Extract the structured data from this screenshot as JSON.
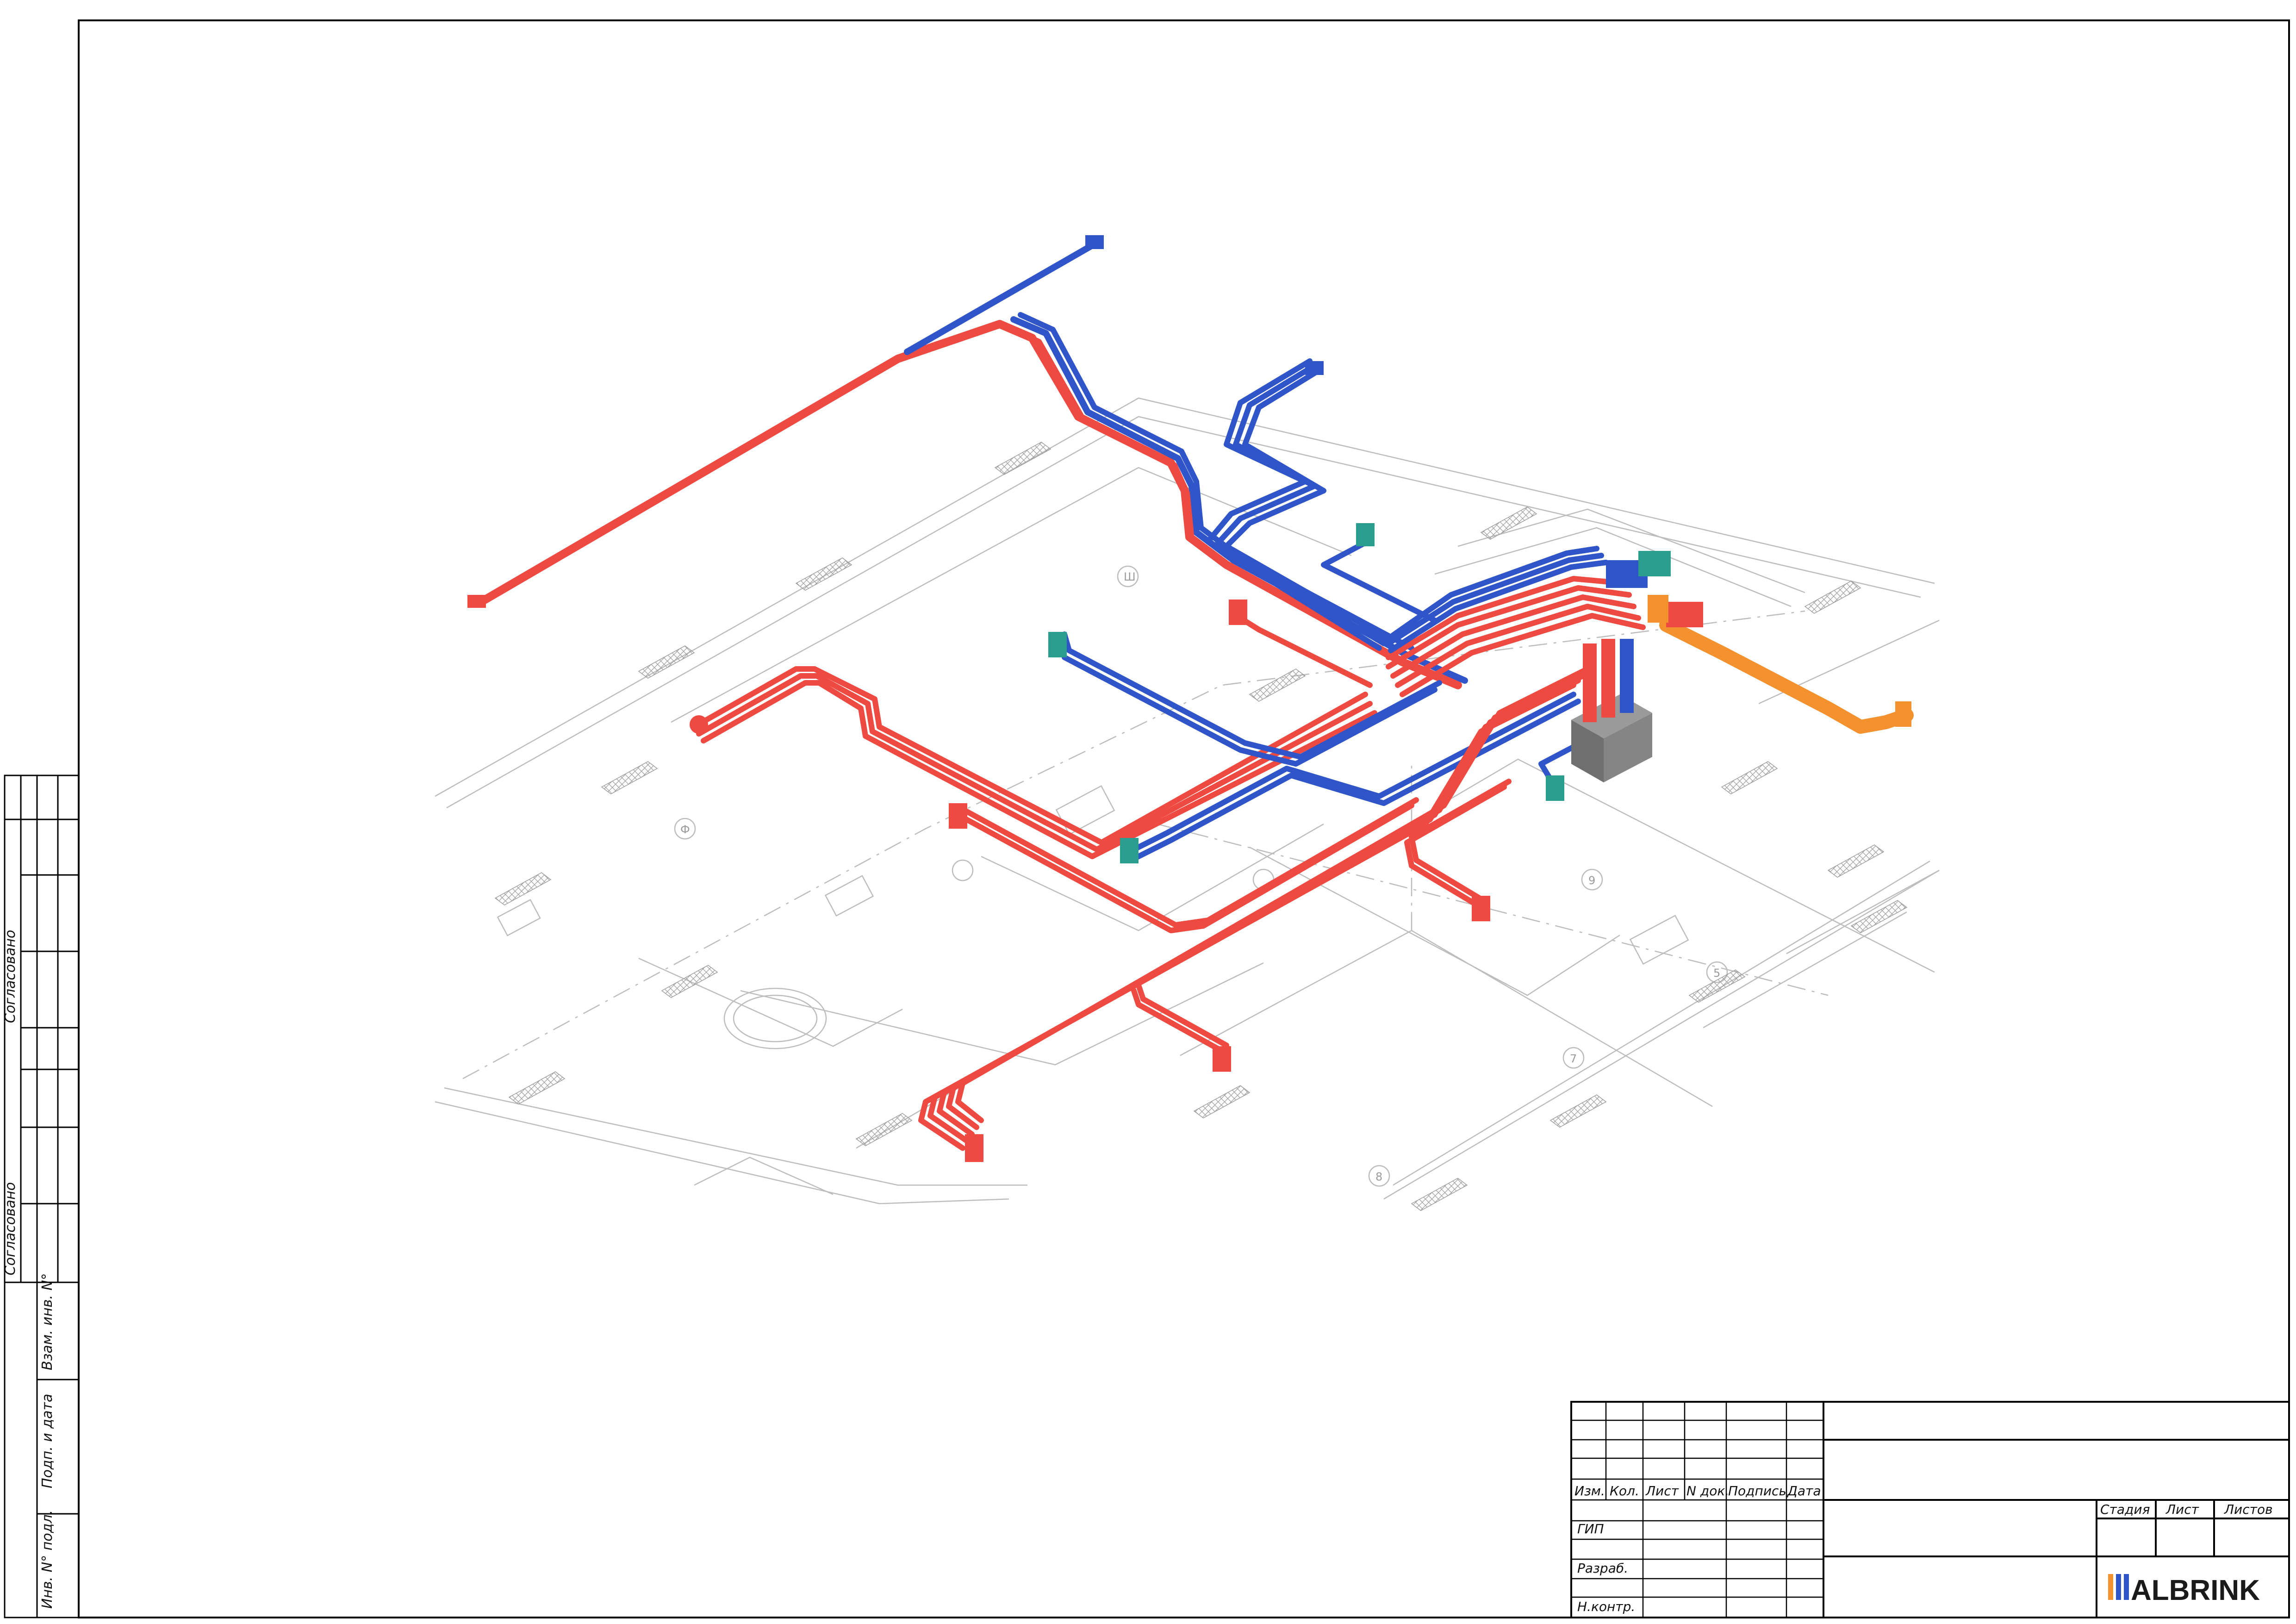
{
  "colors": {
    "supply": "#ee4a42",
    "return": "#2f55c8",
    "exhaust_duct": "#f4912f",
    "unit_teal": "#2a9d8f",
    "unit_grey": "#8c8c8c",
    "plan_lines": "#bdbdbd",
    "logo_bars": [
      "#f4912f",
      "#2f55c8",
      "#2f55c8"
    ]
  },
  "left_margin": {
    "stamp_1": "Согласовано",
    "stamp_2": "Согласовано",
    "field_1": "Взам. инв. N°",
    "field_2": "Подп. и дата",
    "field_3": "Инв. N° подл."
  },
  "title_block": {
    "col_headers": [
      "Изм.",
      "Кол.",
      "Лист",
      "N док.",
      "Подпись",
      "Дата"
    ],
    "roles": [
      "ГИП",
      "Разраб.",
      "Н.контр."
    ],
    "stage_headers": [
      "Стадия",
      "Лист",
      "Листов"
    ],
    "logo_text": "ALBRINK"
  },
  "plan_labels": [
    "Ш",
    "Ф",
    "9",
    "5",
    "7",
    "8"
  ]
}
